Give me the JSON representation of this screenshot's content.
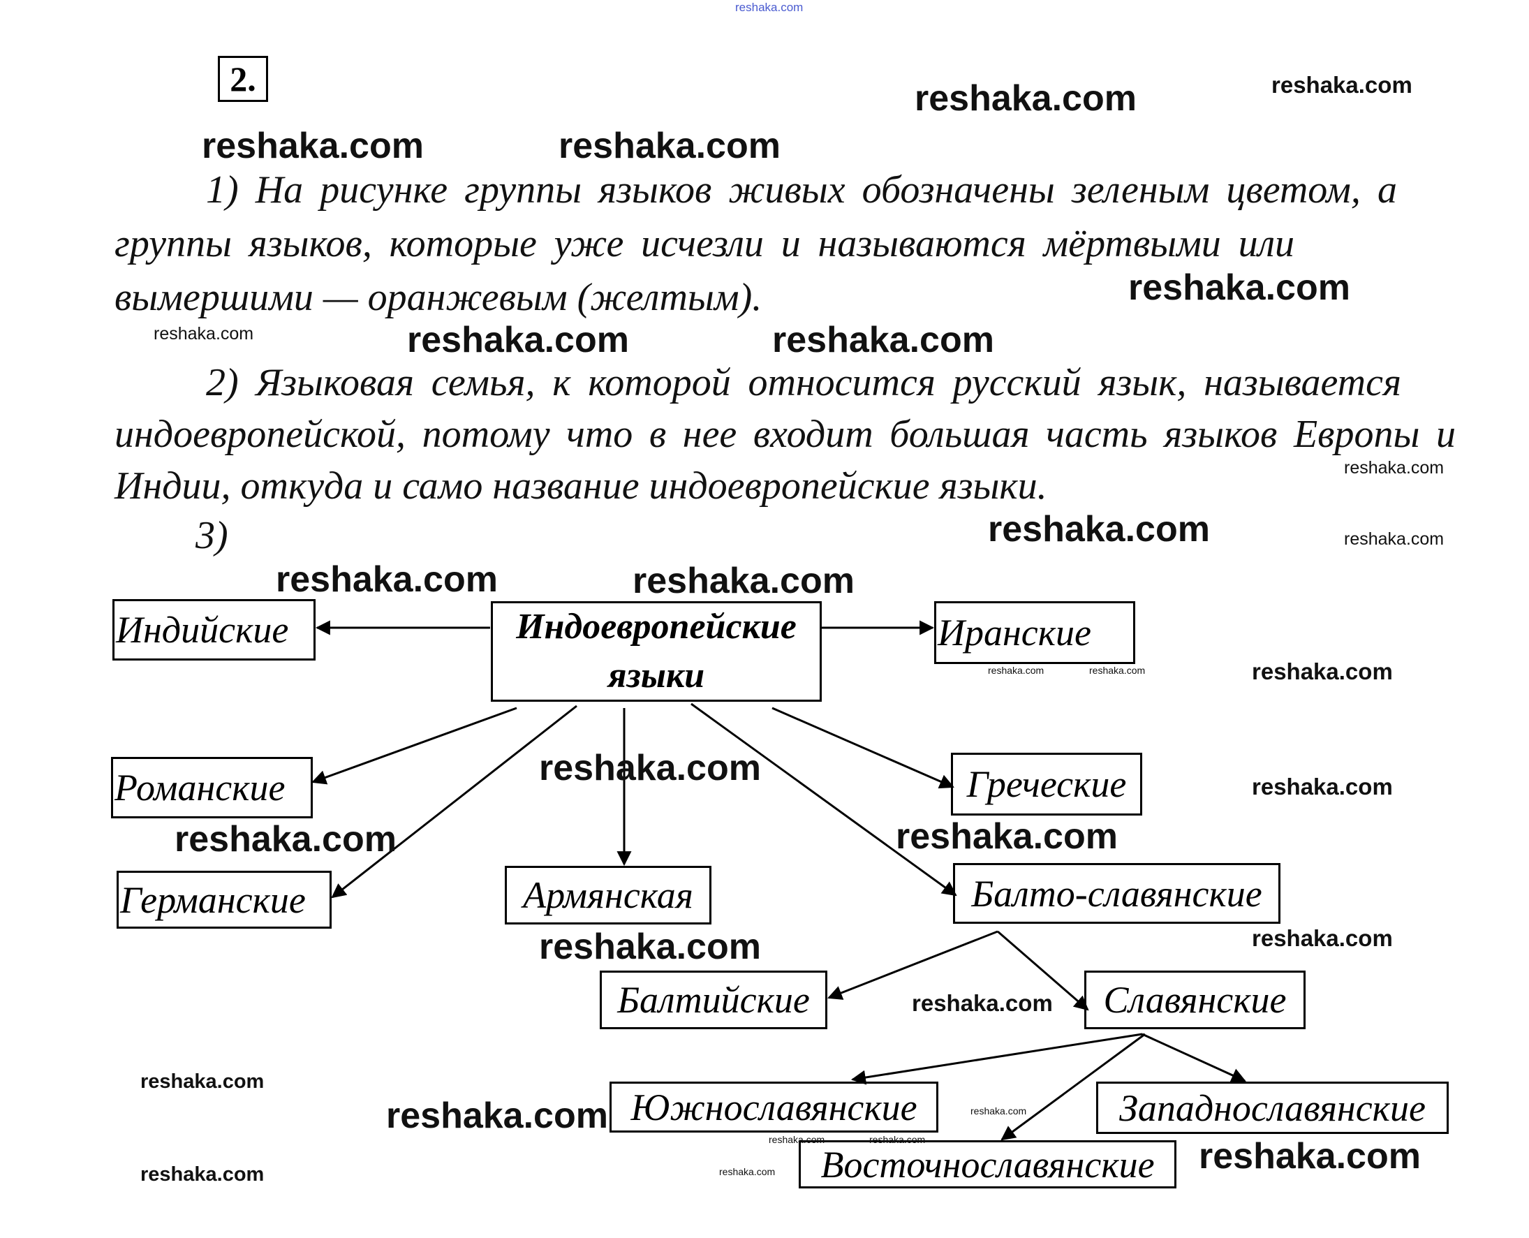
{
  "task_number": "2.",
  "paragraphs": {
    "p1": [
      "1) На рисунке группы языков живых обозначены зеленым цветом, а",
      "группы языков, которые уже исчезли и называются мёртвыми или",
      "вымершими — оранжевым (желтым)."
    ],
    "p2": [
      "2) Языковая семья, к которой относится русский язык, называется",
      "индоевропейской, потому что в нее входит большая часть языков Европы и",
      "Индии, откуда и само название индоевропейские языки."
    ],
    "p3": "3)"
  },
  "diagram": {
    "root": [
      "Индоевропейские",
      "языки"
    ],
    "indian": "Индийские",
    "iranian": "Иранские",
    "romance": "Романские",
    "germanic": "Германские",
    "armenian": "Армянская",
    "greek": "Греческие",
    "balto_slavic": "Балто-славянские",
    "baltic": "Балтийские",
    "slavic": "Славянские",
    "south_slavic": "Южнославянские",
    "west_slavic": "Западнославянские",
    "east_slavic": "Восточнославянские"
  },
  "watermark": "reshaka.com"
}
